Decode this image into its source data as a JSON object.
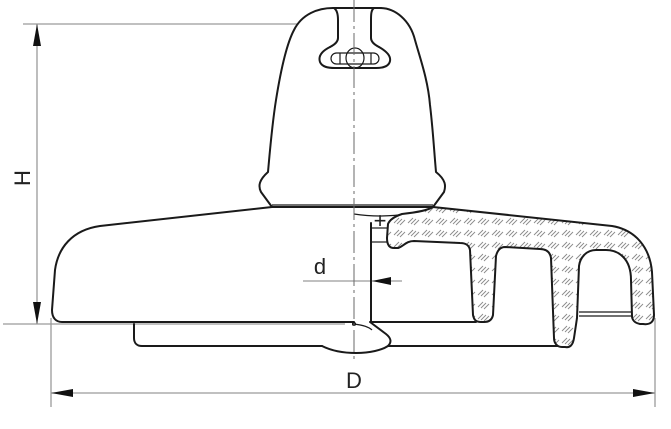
{
  "figure": {
    "subject": "Disc suspension insulator cross-section",
    "dimensions": {
      "height_label": "H",
      "diameter_label": "D",
      "pin_diameter_label": "d"
    },
    "colors": {
      "outline": "#1a1a1a",
      "dimension_line": "#9a9a9a",
      "centerline": "#6a6a6a",
      "hatch": "#888888",
      "background": "#ffffff"
    }
  }
}
